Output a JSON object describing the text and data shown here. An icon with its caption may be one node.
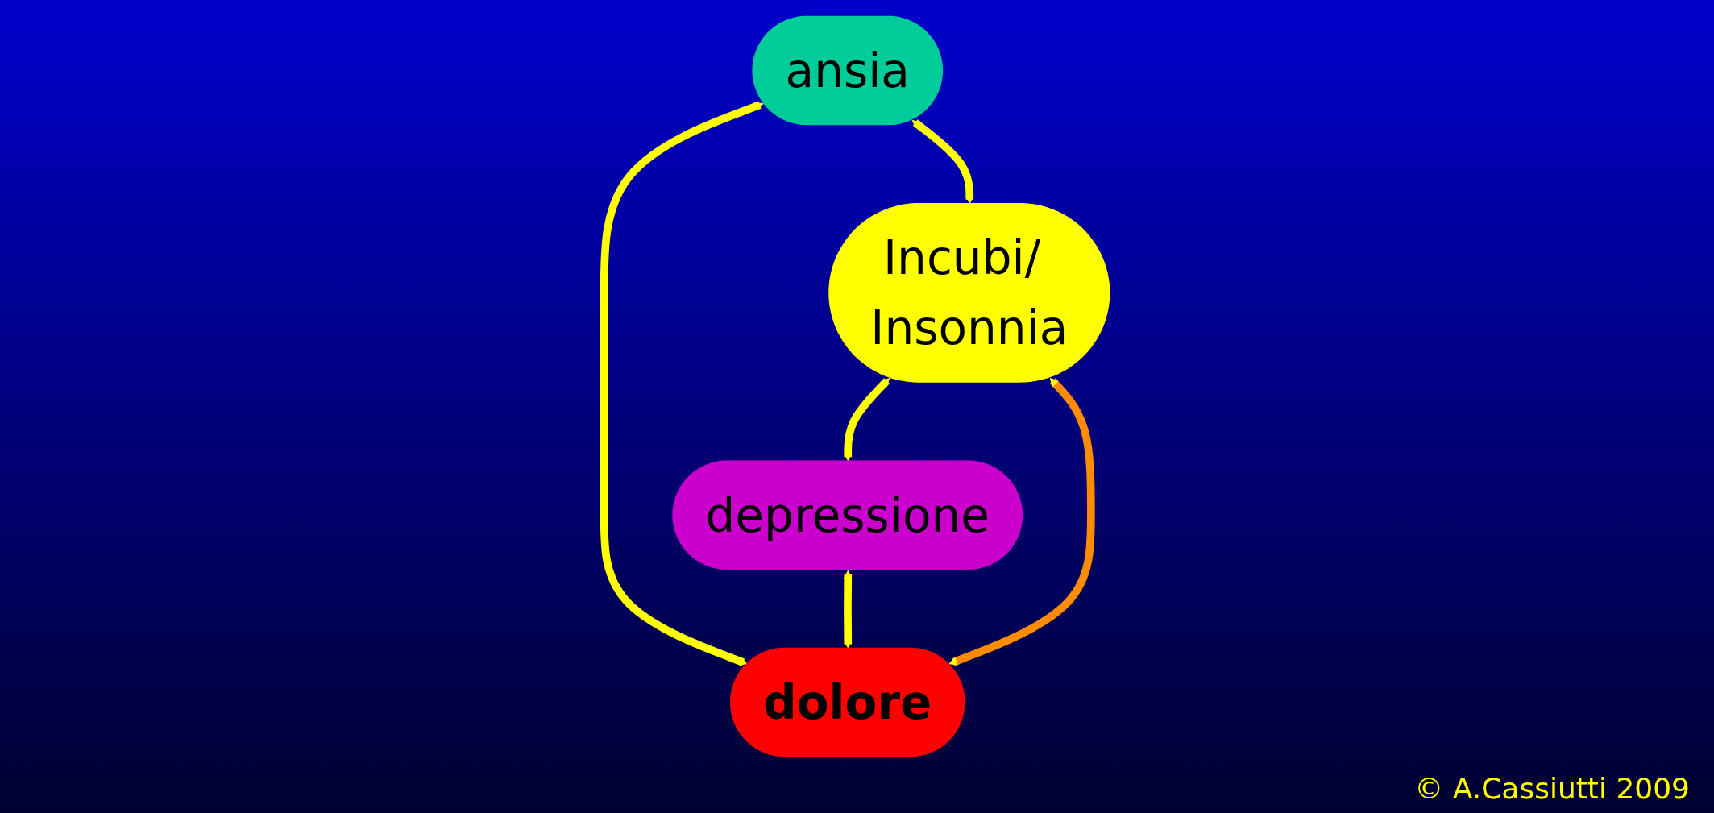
{
  "diagram": {
    "nodes": [
      {
        "text": [
          "Incubi/ Insonnia"
        ]
      },
      {
        "text": [
          "ansia"
        ]
      },
      {
        "text": [
          "depressione"
        ]
      },
      {
        "text": [
          "dolore"
        ]
      }
    ],
    "edges": [
      {
        "from": 1,
        "to": 0,
        "arrow": "both"
      },
      {
        "from": 0,
        "to": 2,
        "arrow": "both"
      },
      {
        "from": 1,
        "to": 3,
        "arrow": "both"
      },
      {
        "from": 2,
        "to": 3,
        "arrow": "both"
      },
      {
        "from": 0,
        "to": 3,
        "arrow": "both",
        "color": "#ff8c00"
      }
    ],
    "labels": [
      "© A.Cassiutti 2009"
    ]
  }
}
